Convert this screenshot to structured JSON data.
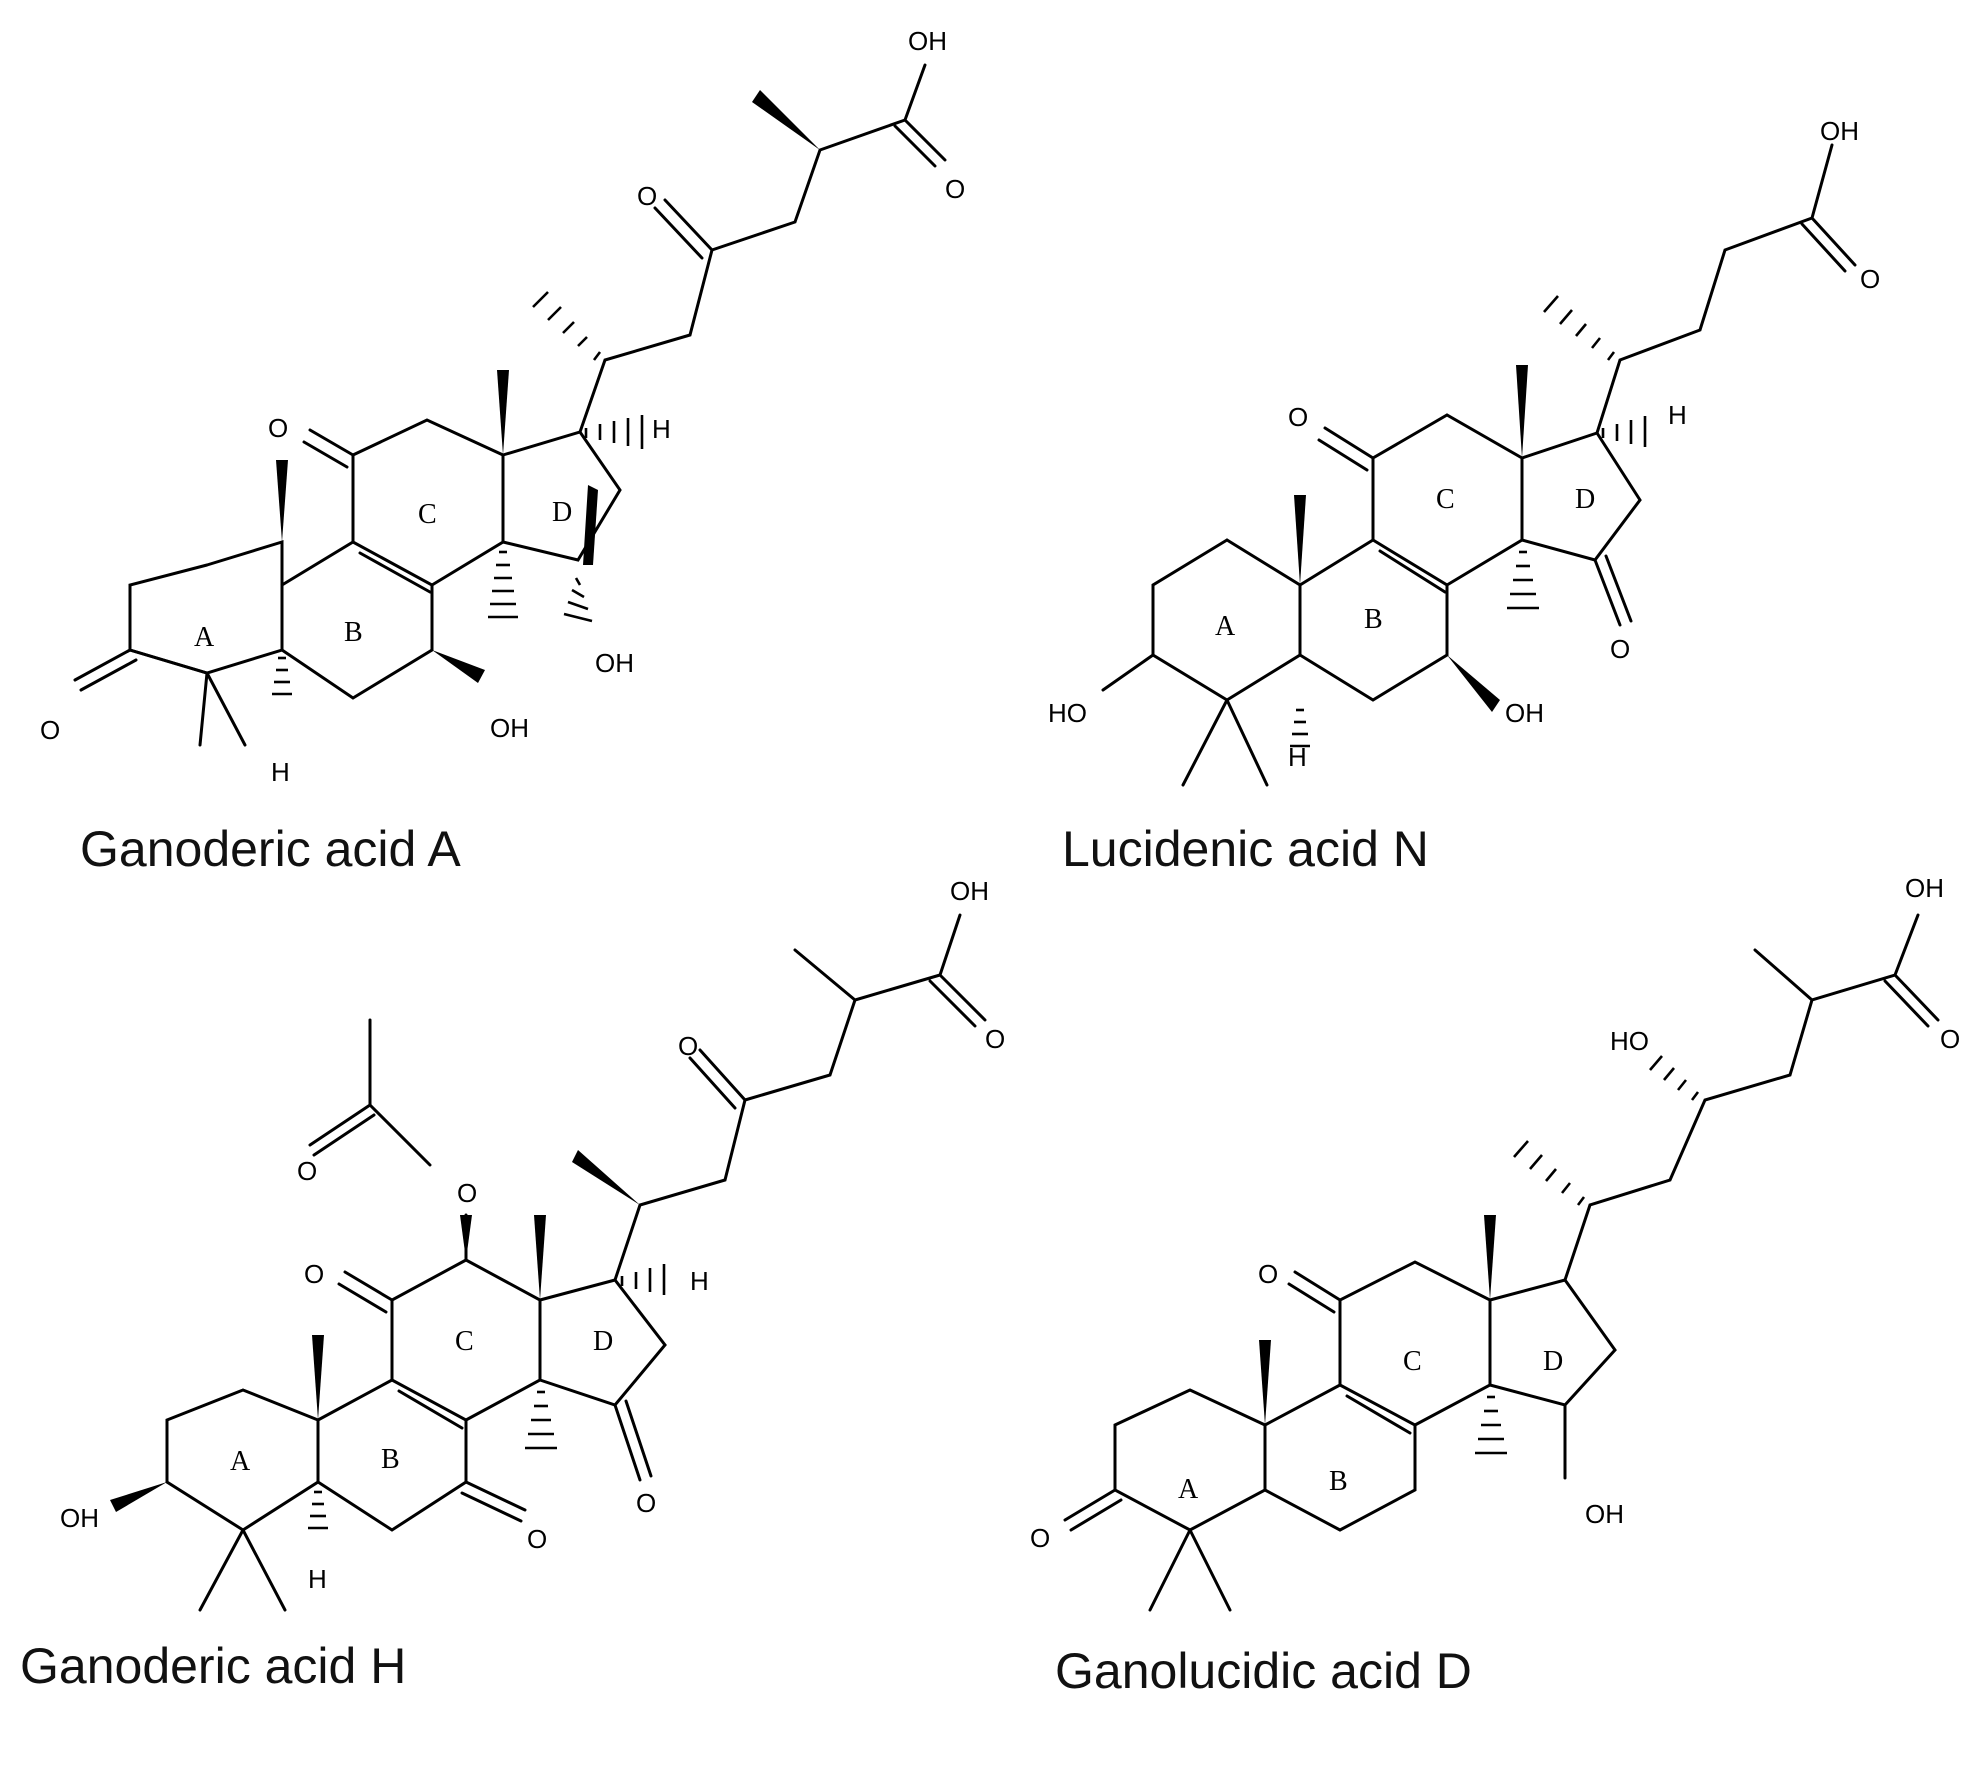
{
  "molecules": [
    {
      "name": "Ganoderic acid A",
      "ring_labels": [
        "A",
        "B",
        "C",
        "D"
      ],
      "atoms": {
        "oh_side": "OH",
        "oh_15": "OH",
        "oh_7": "OH",
        "h_14": "H",
        "h_5": "H",
        "o_3": "O",
        "o_11": "O",
        "o_23": "O",
        "o_acid": "O"
      }
    },
    {
      "name": "Lucidenic acid N",
      "ring_labels": [
        "A",
        "B",
        "C",
        "D"
      ],
      "atoms": {
        "oh_side": "OH",
        "oh_7": "OH",
        "ho_3": "HO",
        "h_14": "H",
        "h_5": "H",
        "o_11": "O",
        "o_15": "O",
        "o_acid": "O"
      }
    },
    {
      "name": "Ganoderic acid H",
      "ring_labels": [
        "A",
        "B",
        "C",
        "D"
      ],
      "atoms": {
        "oh_side": "OH",
        "oh_3": "OH",
        "h_14": "H",
        "h_5": "H",
        "o_ester": "O",
        "o_acetyl": "O",
        "o_11": "O",
        "o_7": "O",
        "o_15": "O",
        "o_23": "O",
        "o_acid": "O"
      }
    },
    {
      "name": "Ganolucidic acid D",
      "ring_labels": [
        "A",
        "B",
        "C",
        "D"
      ],
      "atoms": {
        "oh_side": "OH",
        "ho_23": "HO",
        "oh_15": "OH",
        "o_3": "O",
        "o_11": "O",
        "o_acid": "O"
      }
    }
  ]
}
